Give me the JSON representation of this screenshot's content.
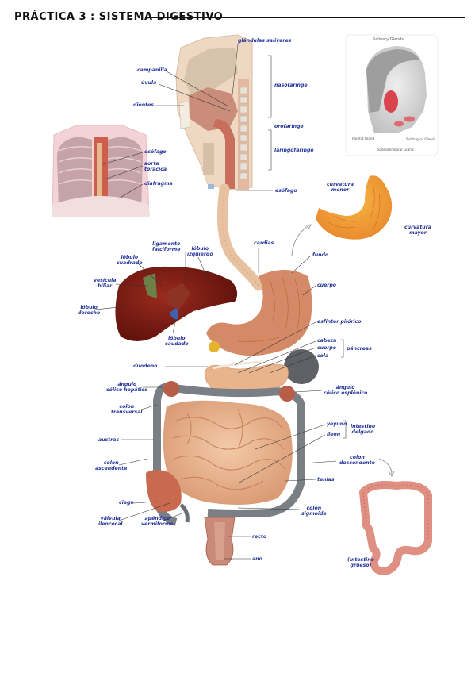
{
  "header": {
    "title": "PRÁCTICA 3 : SISTEMA DIGESTIVO"
  },
  "labels": {
    "glandulas_salivares": "glándulas salivares",
    "campanilla": "campanilla",
    "uvula": "úvula",
    "dientes": "dientes",
    "nasofaringe": "nasofaringe",
    "orofaringe": "orofaringe",
    "laringofaringe": "laringofaringe",
    "esofago_top": "esófago",
    "esofago": "esófago",
    "aorta_1": "aorta",
    "aorta_2": "toracica",
    "diafragma": "diafragma",
    "curvatura_menor_1": "curvatura",
    "curvatura_menor_2": "menor",
    "curvatura_mayor_1": "curvatura",
    "curvatura_mayor_2": "mayor",
    "ligamento_1": "ligamento",
    "ligamento_2": "falciforme",
    "lobulo_izq_1": "lóbulo",
    "lobulo_izq_2": "izquierdo",
    "lobulo_cuad_1": "lóbulo",
    "lobulo_cuad_2": "cuadrado",
    "vesicula_1": "vesícula",
    "vesicula_2": "biliar",
    "lobulo_der_1": "lóbulo",
    "lobulo_der_2": "derecho",
    "lobulo_caud_1": "lóbulo",
    "lobulo_caud_2": "caudado",
    "cardias": "cardias",
    "fundo": "fundo",
    "cuerpo": "cuerpo",
    "esfinter": "esfínter pilórico",
    "cabeza": "cabeza",
    "cuerpo_panc": "cuerpo",
    "cola": "cola",
    "pancreas": "páncreas",
    "duodeno": "duodeno",
    "angulo_hep_1": "ángulo",
    "angulo_hep_2": "cólico hepático",
    "angulo_esp_1": "ángulo",
    "angulo_esp_2": "cólico esplénico",
    "colon_trans_1": "colon",
    "colon_trans_2": "transversal",
    "yeyuno": "yeyuno",
    "ileon": "íleon",
    "intestino_1": "intestino",
    "intestino_2": "delgado",
    "austras": "austras",
    "colon_asc_1": "colon",
    "colon_asc_2": "ascendente",
    "colon_desc_1": "colon",
    "colon_desc_2": "descendente",
    "tenias": "tenias",
    "ciego": "ciego",
    "valvula_1": "válvula",
    "valvula_2": "ileocecal",
    "apendice_1": "apéndice",
    "apendice_2": "vermiforme",
    "colon_sig_1": "colon",
    "colon_sig_2": "sigmoide",
    "recto": "recto",
    "ano": "ano",
    "grueso_1": "(intestino",
    "grueso_2": "grueso)"
  },
  "inset_salivary": {
    "title": "Salivary Glands",
    "parotid": "Parotid Gland",
    "sublingual": "Sublingual Gland",
    "submandibular": "Submandibular Gland"
  },
  "colors": {
    "label_ink": "#23339a",
    "tissue": "#e9b48f",
    "intestine": "#eab38f",
    "colon": "#7a7f86",
    "liver": "#7a1c14",
    "stomach": "#d98a66"
  }
}
